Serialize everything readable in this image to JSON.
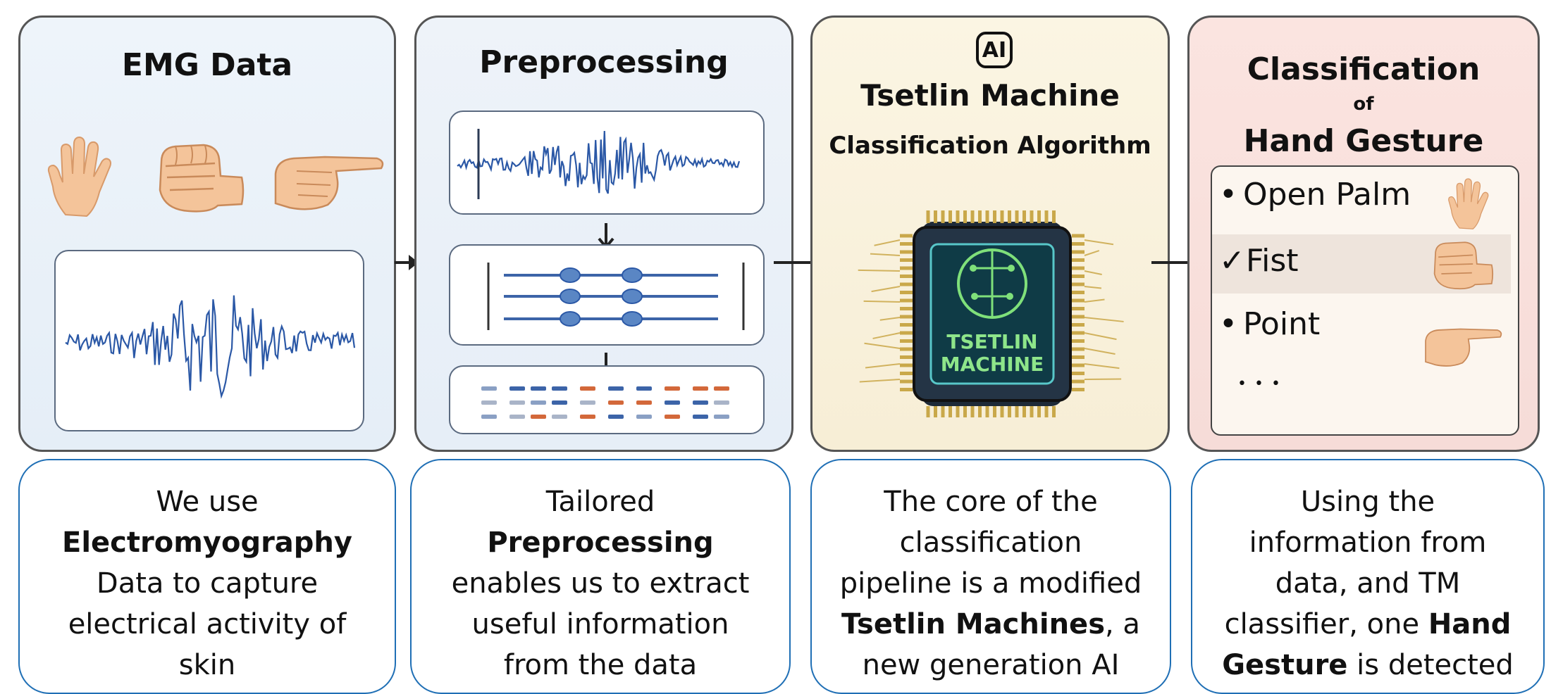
{
  "panels": {
    "emg": {
      "title": "EMG Data"
    },
    "preprocessing": {
      "title": "Preprocessing"
    },
    "tm": {
      "badge": "AI",
      "title": "Tsetlin Machine",
      "subtitle": "Classification Algorithm",
      "chip_line1": "TSETLIN",
      "chip_line2": "MACHINE"
    },
    "classification": {
      "title_line1": "Classification",
      "title_line2": "of",
      "title_line3": "Hand Gesture",
      "gestures": [
        {
          "bullet": "•",
          "label": "Open Palm",
          "selected": false
        },
        {
          "bullet": "✓",
          "label": "Fist",
          "selected": true
        },
        {
          "bullet": "•",
          "label": "Point",
          "selected": false
        }
      ],
      "more": "• • •"
    }
  },
  "captions": {
    "c1": {
      "l1": "We use",
      "b1": "Electromyography",
      "l2": "Data to capture",
      "l3": "electrical activity of",
      "l4": "skin"
    },
    "c2": {
      "l1": "Tailored",
      "b1": "Preprocessing",
      "l2": "enables us to extract",
      "l3": "useful information",
      "l4": "from the data"
    },
    "c3": {
      "l1": "The core of the",
      "l2": "classification",
      "l3": "pipeline is a modified",
      "b1": "Tsetlin Machines",
      "t1": ", a",
      "l4": "new generation AI"
    },
    "c4": {
      "l1": "Using the",
      "l2": "information from",
      "l3": "data, and TM",
      "t1": "classifier, one ",
      "b1": "Hand",
      "b2": "Gesture",
      "t2": " is detected"
    }
  },
  "colors": {
    "signal": "#2b58a6",
    "caption_border": "#1f6fb5",
    "chip_green": "#7fe07a",
    "chip_body": "#1e2a38"
  }
}
